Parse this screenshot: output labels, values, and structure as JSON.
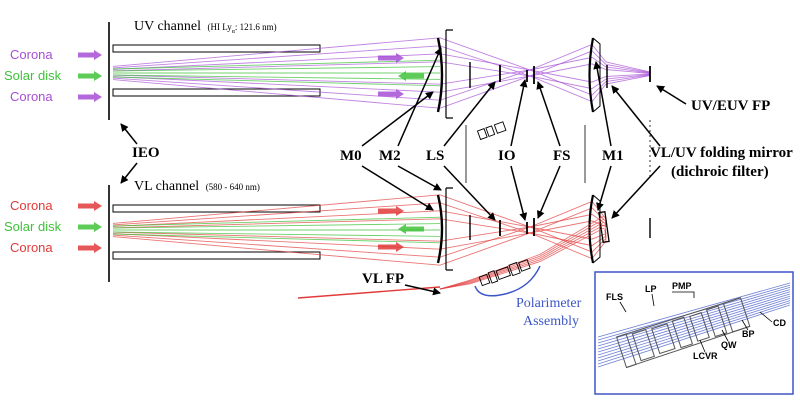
{
  "channels": {
    "uv": {
      "title": "UV channel",
      "spec_prefix": "(HI Ly",
      "spec_sub": "α",
      "spec_suffix": ": 121.6 nm)"
    },
    "vl": {
      "title": "VL channel",
      "spec": "(580 - 640 nm)"
    }
  },
  "inputs": {
    "corona": "Corona",
    "solar_disk": "Solar disk"
  },
  "labels": {
    "ieo": "IEO",
    "m0": "M0",
    "m2": "M2",
    "ls": "LS",
    "io": "IO",
    "fs": "FS",
    "m1": "M1",
    "folding_mirror_line1": "VL/UV folding mirror",
    "folding_mirror_line2": "(dichroic filter)",
    "uv_euv_fp": "UV/EUV FP",
    "vl_fp": "VL FP",
    "polarimeter_line1": "Polarimeter",
    "polarimeter_line2": "Assembly"
  },
  "inset": {
    "fls": "FLS",
    "lp": "LP",
    "pmp": "PMP",
    "cd": "CD",
    "bp": "BP",
    "qw": "QW",
    "lcvr": "LCVR"
  },
  "colors": {
    "uv_ray": "#a64fd6",
    "vl_ray": "#e23a3a",
    "solar_ray": "#3fc23a",
    "polarimeter": "#3d56c8",
    "optics": "#000000"
  }
}
